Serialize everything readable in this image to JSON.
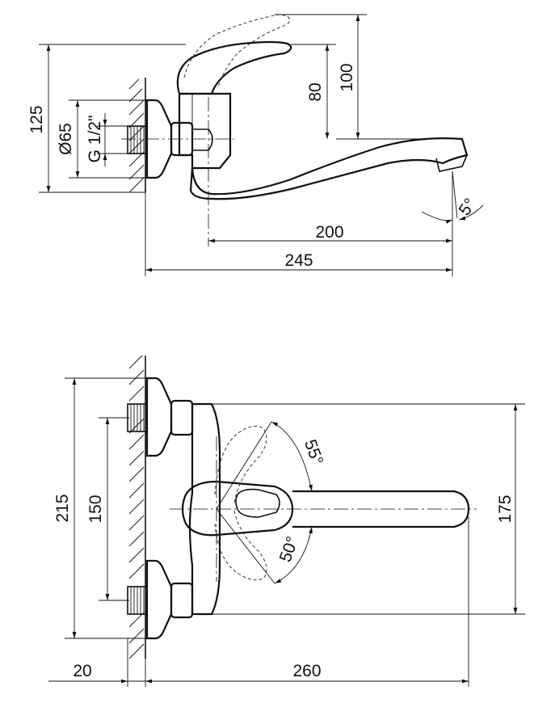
{
  "side_view": {
    "dimensions": {
      "d125": "125",
      "d65": "Ø65",
      "thread": "G 1/2\"",
      "d80": "80",
      "d100": "100",
      "d200": "200",
      "d245": "245",
      "angle5": "5°"
    }
  },
  "front_view": {
    "dimensions": {
      "d215": "215",
      "d150": "150",
      "d175": "175",
      "d20": "20",
      "d260": "260",
      "angle55": "55°",
      "angle50": "50°"
    }
  }
}
